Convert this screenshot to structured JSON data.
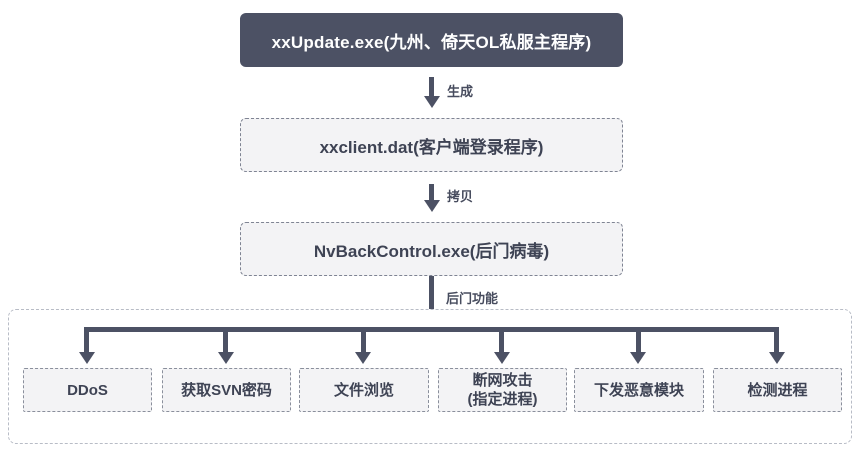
{
  "diagram": {
    "root": {
      "label": "xxUpdate.exe(九州、倚天OL私服主程序)"
    },
    "edge1": {
      "label": "生成"
    },
    "node_client": {
      "label": "xxclient.dat(客户端登录程序)"
    },
    "edge2": {
      "label": "拷贝"
    },
    "node_backdoor": {
      "label": "NvBackControl.exe(后门病毒)"
    },
    "edge3": {
      "label": "后门功能"
    },
    "functions": [
      {
        "label": "DDoS"
      },
      {
        "label": "获取SVN密码"
      },
      {
        "label": "文件浏览"
      },
      {
        "label": "断网攻击",
        "sublabel": "(指定进程)"
      },
      {
        "label": "下发恶意模块"
      },
      {
        "label": "检测进程"
      }
    ]
  },
  "colors": {
    "node_dark_fill": "#4c5164",
    "node_dark_text": "#ffffff",
    "node_light_fill": "#f3f3f5",
    "node_light_border": "#7f8493",
    "leaf_border": "#8a8f9c",
    "container_border": "#b8bcc6",
    "text_dark": "#3e4354",
    "arrow": "#4c5164",
    "background": "#ffffff"
  }
}
